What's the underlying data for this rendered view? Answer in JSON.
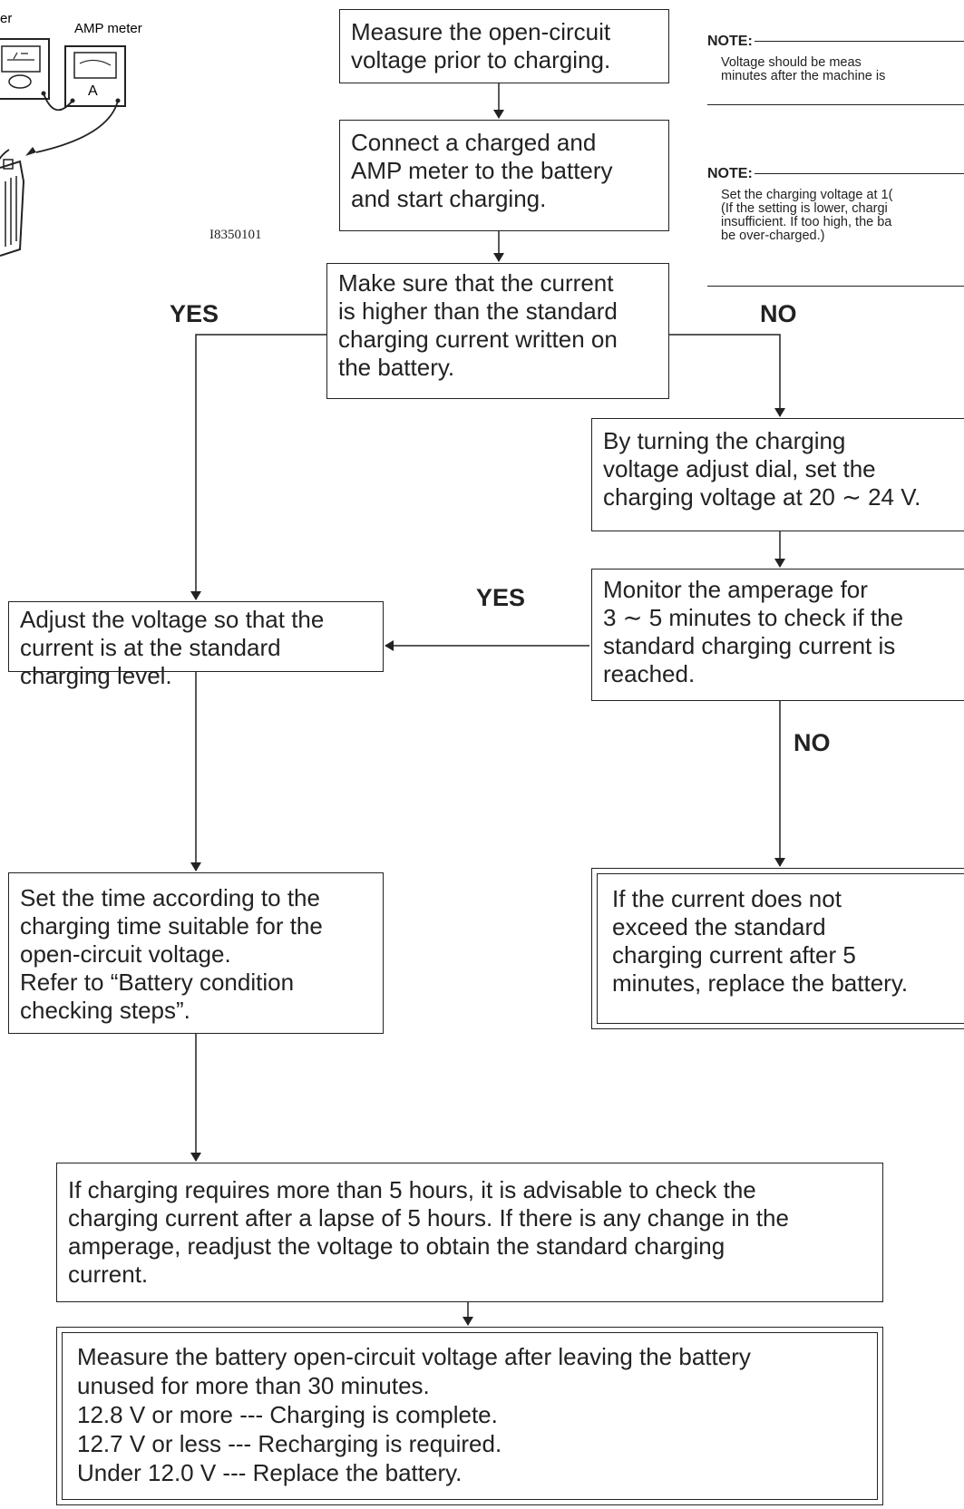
{
  "illustration": {
    "volt_meter_label_fragment": "er",
    "amp_meter_label": "AMP meter",
    "amp_symbol": "A",
    "figure_code": "I8350101"
  },
  "notes": [
    {
      "heading": "NOTE:",
      "lines": [
        "Voltage   should   be   meas",
        "minutes after the machine is"
      ]
    },
    {
      "heading": "NOTE:",
      "lines": [
        "Set the charging voltage at 1(",
        "(If the setting is lower, chargi",
        "insufficient. If too high, the ba",
        "be over-charged.)"
      ]
    }
  ],
  "steps": {
    "measure_ocv": [
      "Measure the open-circuit",
      "voltage prior to charging."
    ],
    "connect": [
      "Connect a charged and",
      "AMP meter to the battery",
      "and start charging."
    ],
    "check_current": [
      "Make sure that the current",
      "is higher than the standard",
      "charging current written on",
      "the battery."
    ],
    "turn_dial": [
      "By turning the charging",
      "voltage adjust dial, set the",
      "charging voltage at 20 ∼ 24 V."
    ],
    "adjust_voltage": [
      "Adjust the voltage so that the",
      "current is at the standard",
      "charging level."
    ],
    "monitor": [
      "Monitor the amperage for",
      "3 ∼ 5 minutes to check if the",
      "standard charging current is",
      "reached."
    ],
    "set_time": [
      "Set the time according to the",
      "charging time suitable for the",
      "open-circuit voltage.",
      "Refer to “Battery condition",
      "checking steps”."
    ],
    "replace_if_low": [
      "If the current does not",
      "exceed the standard",
      "charging current after 5",
      "minutes, replace the battery."
    ],
    "long_charge": [
      "If charging requires more than 5 hours, it is advisable to check the",
      "charging current after a lapse of 5 hours. If there is any change in the",
      "amperage, readjust the voltage to obtain the standard charging",
      "current."
    ],
    "final_measure": [
      "Measure the battery open-circuit voltage after leaving the battery",
      "unused for more than 30 minutes.",
      "12.8 V or more --- Charging is complete.",
      "12.7 V or less --- Recharging is required.",
      "Under 12.0 V --- Replace the battery."
    ]
  },
  "decisions": {
    "yes_1": "YES",
    "no_1": "NO",
    "yes_2": "YES",
    "no_2": "NO"
  }
}
